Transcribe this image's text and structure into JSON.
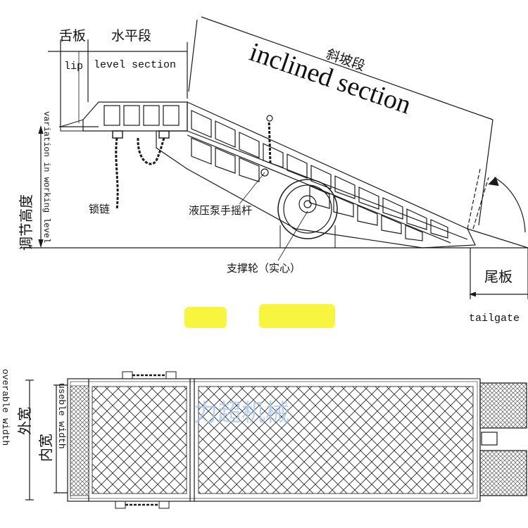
{
  "colors": {
    "line": "#1a1a1a",
    "background": "#ffffff",
    "watermark": "#a9c8ee",
    "yellow_marks": "#f6f200"
  },
  "labels": {
    "lip_cn": "舌板",
    "lip_en": "lip",
    "level_cn": "水平段",
    "level_en": "level section",
    "inclined_cn": "斜坡段",
    "inclined_en": "inclined section",
    "variation_cn": "调节高度",
    "variation_en": "variation in working level",
    "chain_cn": "锁链",
    "pump_cn": "液压泵手摇杆",
    "wheel_cn": "支撑轮（实心）",
    "tailgate_cn": "尾板",
    "tailgate_en": "tailgate",
    "overall_width_cn": "外宽",
    "overall_width_en": "overable width",
    "usable_width_cn": "内宽",
    "usable_width_en": "useble width",
    "watermark": "力超机械"
  }
}
